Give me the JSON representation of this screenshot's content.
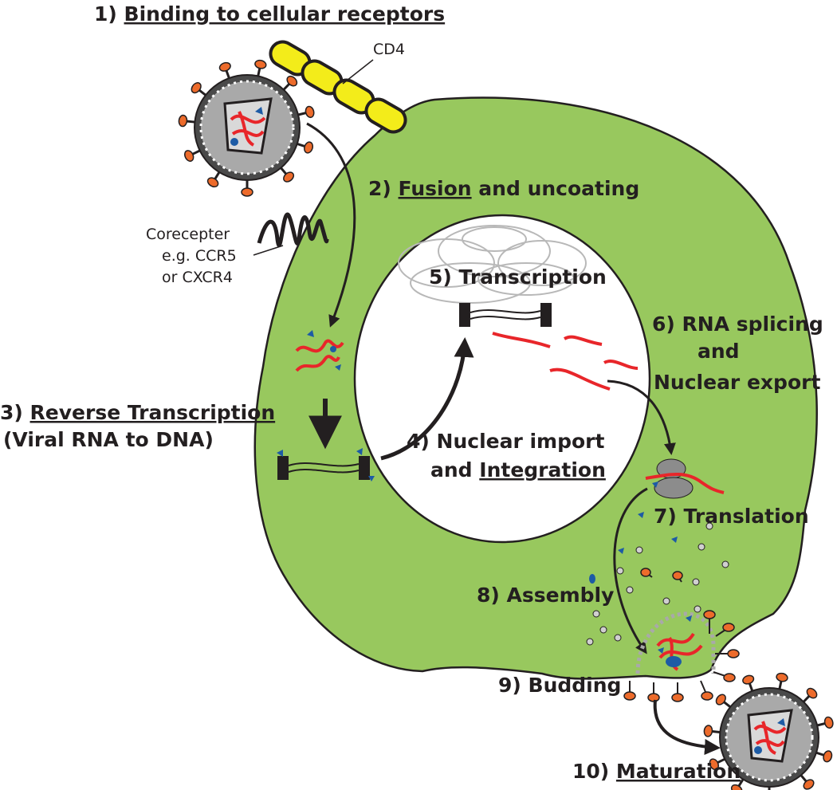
{
  "colors": {
    "cell": "#98c85e",
    "nucleus": "#ffffff",
    "rna": "#e8262a",
    "protein_blue": "#1d5ba5",
    "env_orange": "#ed6b2b",
    "cd4_yellow": "#f3ec1a",
    "capsule_grey": "#8c8c8c",
    "ink": "#231f20"
  },
  "labels": {
    "s1": {
      "num": "1) ",
      "text": "Binding to cellular receptors"
    },
    "cd4": "CD4",
    "s2": {
      "num": "2) ",
      "u": "Fusion",
      "rest": " and uncoating"
    },
    "core1": "Corecepter",
    "core2": "e.g. CCR5",
    "core3": "or CXCR4",
    "s3": {
      "num": "3) ",
      "u": "Reverse Transcription",
      "line2": "(Viral RNA to DNA)"
    },
    "s4": {
      "line1": "4) Nuclear import",
      "pre": "and ",
      "u": "Integration"
    },
    "s5": "5) Transcription",
    "s6": {
      "line1": "6) RNA splicing",
      "line2": "and",
      "line3": "Nuclear export"
    },
    "s7": "7) Translation",
    "s8": "8) Assembly",
    "s9": "9) Budding",
    "s10": {
      "num": "10) ",
      "u": "Maturation"
    }
  },
  "icons": [
    "hiv-virion-icon",
    "cd4-receptor-icon",
    "coreceptor-icon",
    "ribosome-icon",
    "proviral-dna-icon"
  ]
}
